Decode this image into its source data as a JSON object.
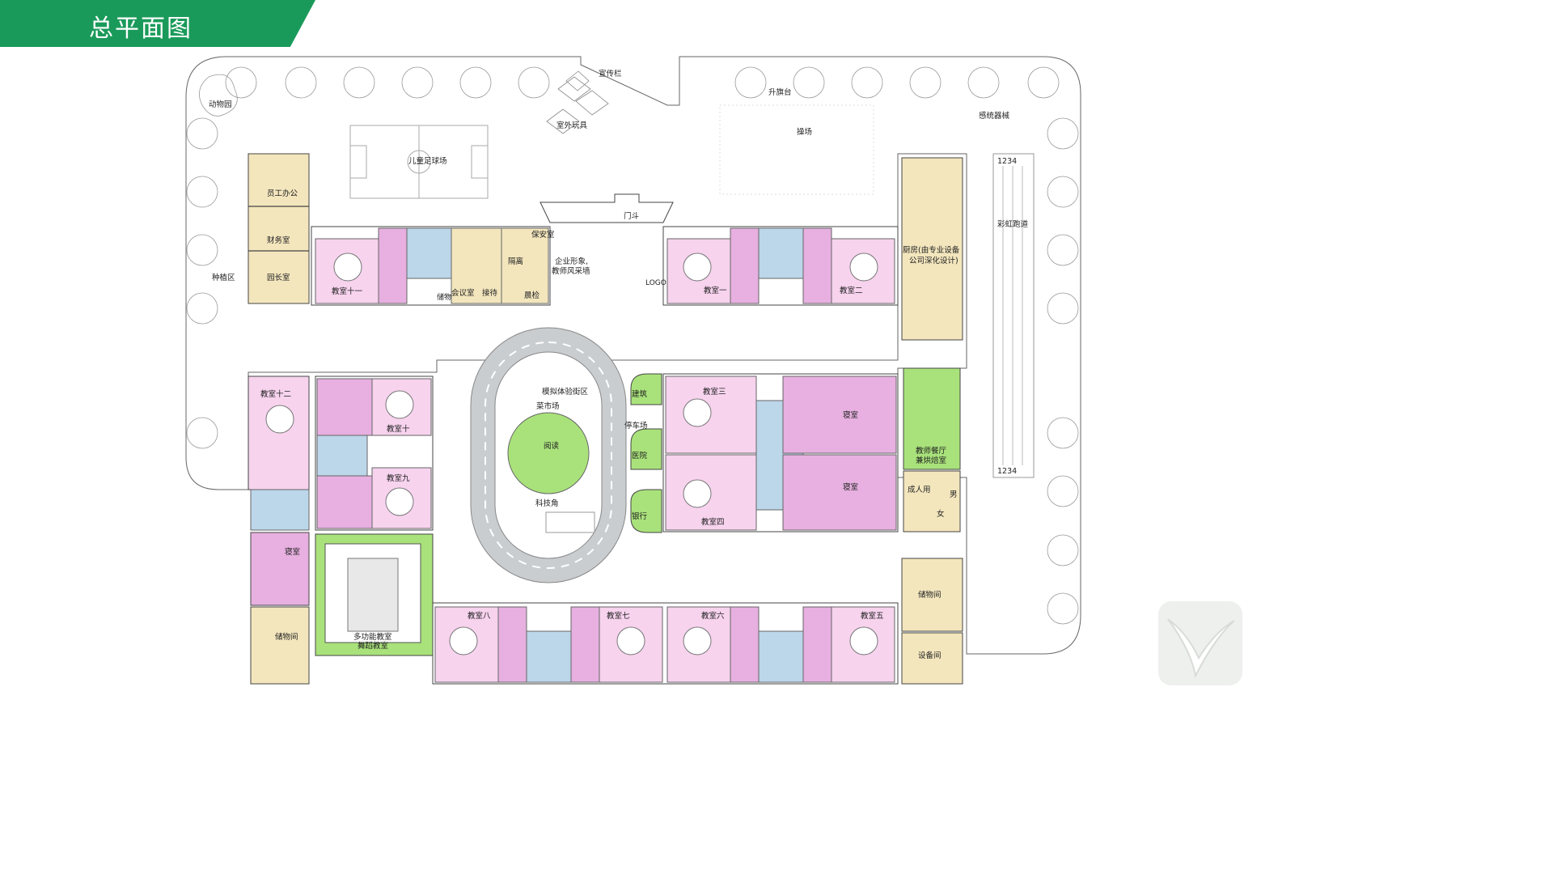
{
  "header": {
    "title": "总平面图",
    "accent_color": "#1a9a5a"
  },
  "colors": {
    "classroom_pink": "#f7d3ee",
    "classroom_magenta": "#e7b0e0",
    "bathroom_blue": "#bcd6ea",
    "office_beige": "#f3e6bd",
    "green_room": "#a9e27b",
    "track_gray": "#c9cdd0"
  },
  "labels": {
    "zoo": "动物园",
    "planting": "种植区",
    "football": "儿童足球场",
    "outdoor_toys": "室外玩具",
    "bulletin": "宣传栏",
    "flag": "升旗台",
    "playground": "操场",
    "sensory": "感统器械",
    "rainbow_track": "彩虹跑道",
    "lane_numbers": "1234",
    "vestibule": "门斗",
    "staff_office": "员工办公",
    "finance": "财务室",
    "principal": "园长室",
    "classroom_11": "教室十一",
    "storage_small": "储物",
    "meeting": "会议室",
    "reception": "接待",
    "security": "保安室",
    "isolation": "隔离",
    "morning_check": "晨检",
    "image_wall_1": "企业形象,",
    "image_wall_2": "教师风采墙",
    "logo": "LOGO",
    "classroom_1": "教室一",
    "classroom_2": "教室二",
    "kitchen_1": "厨房(由专业设备",
    "kitchen_2": "公司深化设计)",
    "classroom_12": "教室十二",
    "classroom_10": "教室十",
    "classroom_9": "教室九",
    "sim_street": "模拟体验街区",
    "market": "菜市场",
    "reading": "阅读",
    "science": "科技角",
    "building": "建筑",
    "parking": "停车场",
    "hospital": "医院",
    "bank": "银行",
    "classroom_3": "教室三",
    "classroom_4": "教室四",
    "dormitory": "寝室",
    "teacher_dining_1": "教师餐厅",
    "teacher_dining_2": "兼烘焙室",
    "adult_use": "成人用",
    "male": "男",
    "female": "女",
    "storage_room": "储物间",
    "multi_1": "多功能教室",
    "multi_2": "舞蹈教室",
    "classroom_8": "教室八",
    "classroom_7": "教室七",
    "classroom_6": "教室六",
    "classroom_5": "教室五",
    "equipment": "设备间"
  }
}
